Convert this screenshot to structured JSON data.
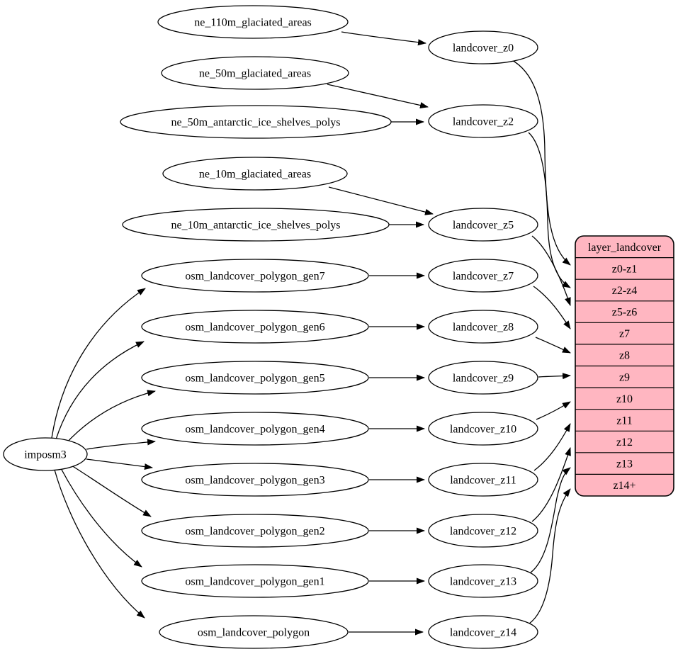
{
  "diagram": {
    "title": "layer_landcover mapping diagram",
    "colors": {
      "background": "#ffffff",
      "node_fill": "#ffffff",
      "edge_stroke": "#000000",
      "record_fill": "#ffb6c1"
    },
    "tool": {
      "label": "imposm3"
    },
    "sources": [
      {
        "label": "ne_110m_glaciated_areas"
      },
      {
        "label": "ne_50m_glaciated_areas"
      },
      {
        "label": "ne_50m_antarctic_ice_shelves_polys"
      },
      {
        "label": "ne_10m_glaciated_areas"
      },
      {
        "label": "ne_10m_antarctic_ice_shelves_polys"
      },
      {
        "label": "osm_landcover_polygon_gen7"
      },
      {
        "label": "osm_landcover_polygon_gen6"
      },
      {
        "label": "osm_landcover_polygon_gen5"
      },
      {
        "label": "osm_landcover_polygon_gen4"
      },
      {
        "label": "osm_landcover_polygon_gen3"
      },
      {
        "label": "osm_landcover_polygon_gen2"
      },
      {
        "label": "osm_landcover_polygon_gen1"
      },
      {
        "label": "osm_landcover_polygon"
      }
    ],
    "intermediates": [
      {
        "label": "landcover_z0"
      },
      {
        "label": "landcover_z2"
      },
      {
        "label": "landcover_z5"
      },
      {
        "label": "landcover_z7"
      },
      {
        "label": "landcover_z8"
      },
      {
        "label": "landcover_z9"
      },
      {
        "label": "landcover_z10"
      },
      {
        "label": "landcover_z11"
      },
      {
        "label": "landcover_z12"
      },
      {
        "label": "landcover_z13"
      },
      {
        "label": "landcover_z14"
      }
    ],
    "record": {
      "title": "layer_landcover",
      "rows": [
        "z0-z1",
        "z2-z4",
        "z5-z6",
        "z7",
        "z8",
        "z9",
        "z10",
        "z11",
        "z12",
        "z13",
        "z14+"
      ]
    },
    "edges": [
      {
        "from": "ne_110m_glaciated_areas",
        "to": "landcover_z0"
      },
      {
        "from": "ne_50m_glaciated_areas",
        "to": "landcover_z2"
      },
      {
        "from": "ne_50m_antarctic_ice_shelves_polys",
        "to": "landcover_z2"
      },
      {
        "from": "ne_10m_glaciated_areas",
        "to": "landcover_z5"
      },
      {
        "from": "ne_10m_antarctic_ice_shelves_polys",
        "to": "landcover_z5"
      },
      {
        "from": "osm_landcover_polygon_gen7",
        "to": "landcover_z7"
      },
      {
        "from": "osm_landcover_polygon_gen6",
        "to": "landcover_z8"
      },
      {
        "from": "osm_landcover_polygon_gen5",
        "to": "landcover_z9"
      },
      {
        "from": "osm_landcover_polygon_gen4",
        "to": "landcover_z10"
      },
      {
        "from": "osm_landcover_polygon_gen3",
        "to": "landcover_z11"
      },
      {
        "from": "osm_landcover_polygon_gen2",
        "to": "landcover_z12"
      },
      {
        "from": "osm_landcover_polygon_gen1",
        "to": "landcover_z13"
      },
      {
        "from": "osm_landcover_polygon",
        "to": "landcover_z14"
      },
      {
        "from": "imposm3",
        "to": "osm_landcover_polygon_gen7"
      },
      {
        "from": "imposm3",
        "to": "osm_landcover_polygon_gen6"
      },
      {
        "from": "imposm3",
        "to": "osm_landcover_polygon_gen5"
      },
      {
        "from": "imposm3",
        "to": "osm_landcover_polygon_gen4"
      },
      {
        "from": "imposm3",
        "to": "osm_landcover_polygon_gen3"
      },
      {
        "from": "imposm3",
        "to": "osm_landcover_polygon_gen2"
      },
      {
        "from": "imposm3",
        "to": "osm_landcover_polygon_gen1"
      },
      {
        "from": "imposm3",
        "to": "osm_landcover_polygon"
      },
      {
        "from": "landcover_z0",
        "to": "layer_landcover:z0-z1"
      },
      {
        "from": "landcover_z2",
        "to": "layer_landcover:z2-z4"
      },
      {
        "from": "landcover_z5",
        "to": "layer_landcover:z5-z6"
      },
      {
        "from": "landcover_z7",
        "to": "layer_landcover:z7"
      },
      {
        "from": "landcover_z8",
        "to": "layer_landcover:z8"
      },
      {
        "from": "landcover_z9",
        "to": "layer_landcover:z9"
      },
      {
        "from": "landcover_z10",
        "to": "layer_landcover:z10"
      },
      {
        "from": "landcover_z11",
        "to": "layer_landcover:z11"
      },
      {
        "from": "landcover_z12",
        "to": "layer_landcover:z12"
      },
      {
        "from": "landcover_z13",
        "to": "layer_landcover:z13"
      },
      {
        "from": "landcover_z14",
        "to": "layer_landcover:z14+"
      }
    ]
  }
}
